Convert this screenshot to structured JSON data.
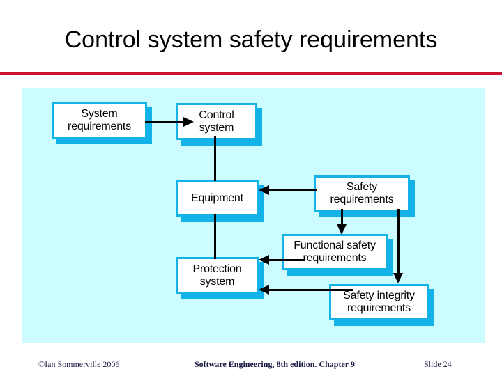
{
  "slide": {
    "title": "Control system safety requirements",
    "accent_rule_color": "#cc1133",
    "canvas_color": "#ccfcff",
    "node_border_color": "#12b3e8",
    "node_shadow_color": "#12b3e8"
  },
  "diagram": {
    "type": "flow-diagram",
    "nodes": [
      {
        "id": "system-requirements",
        "label": "System\nrequirements"
      },
      {
        "id": "control-system",
        "label": "Control\nsystem"
      },
      {
        "id": "equipment",
        "label": "Equipment"
      },
      {
        "id": "safety-requirements",
        "label": "Safety\nrequirements"
      },
      {
        "id": "functional-safety-requirements",
        "label": "Functional safety\nrequirements"
      },
      {
        "id": "protection-system",
        "label": "Protection\nsystem"
      },
      {
        "id": "safety-integrity-requirements",
        "label": "Safety integrity\nrequirements"
      }
    ],
    "edges": [
      {
        "from": "system-requirements",
        "to": "control-system",
        "arrow": "right"
      },
      {
        "from": "control-system",
        "to": "equipment",
        "arrow": "none"
      },
      {
        "from": "equipment",
        "to": "protection-system",
        "arrow": "none"
      },
      {
        "from": "safety-requirements",
        "to": "equipment",
        "arrow": "left"
      },
      {
        "from": "safety-requirements",
        "to": "functional-safety-requirements",
        "arrow": "down"
      },
      {
        "from": "safety-requirements",
        "to": "safety-integrity-requirements",
        "arrow": "down"
      },
      {
        "from": "functional-safety-requirements",
        "to": "protection-system",
        "arrow": "left"
      },
      {
        "from": "safety-integrity-requirements",
        "to": "protection-system",
        "arrow": "left"
      }
    ]
  },
  "footer": {
    "copyright": "©Ian Sommerville 2006",
    "book": "Software Engineering, 8th edition. Chapter 9",
    "slide_number": "Slide  24"
  }
}
